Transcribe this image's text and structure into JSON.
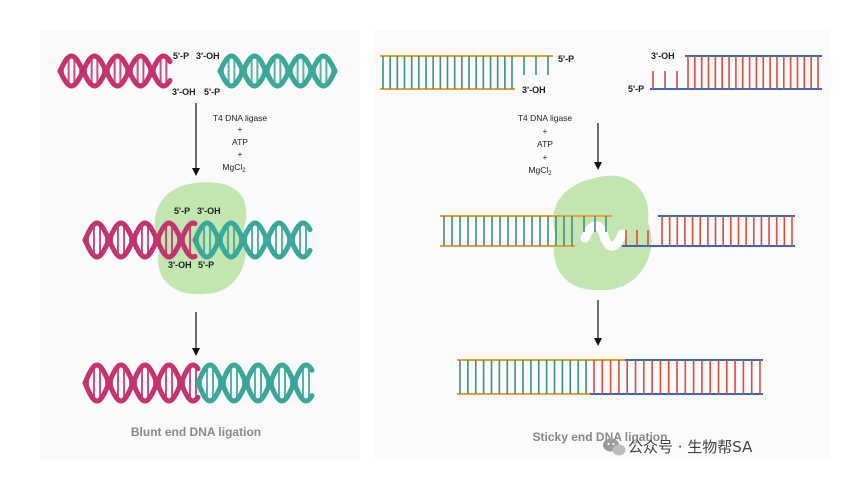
{
  "colors": {
    "magenta": "#c2336f",
    "teal": "#3aa79a",
    "orange": "#e5a03c",
    "blue": "#3d66b8",
    "red": "#dd4b3e",
    "green_rung": "#3f8f83",
    "ligase": "#b8e0a2",
    "caption": "#8a8a8a"
  },
  "blunt": {
    "labels": {
      "p_top": "5'-P",
      "oh_top": "3'-OH",
      "oh_bottom": "3'-OH",
      "p_bottom": "5'-P",
      "mid_p": "5'-P",
      "mid_oh": "3'-OH",
      "mid_oh_bottom": "3'-OH",
      "mid_p_bottom": "5'-P"
    },
    "reagents": {
      "enzyme": "T4 DNA ligase",
      "plus1": "+",
      "atp": "ATP",
      "plus2": "+",
      "mg": "MgCl",
      "mg_sub": "2"
    },
    "caption": "Blunt end DNA ligation"
  },
  "sticky": {
    "labels": {
      "p_left": "5'-P",
      "oh_left": "3'-OH",
      "oh_right": "3'-OH",
      "p_right": "5'-P"
    },
    "reagents": {
      "enzyme": "T4 DNA ligase",
      "plus1": "+",
      "atp": "ATP",
      "plus2": "+",
      "mg": "MgCl",
      "mg_sub": "2"
    },
    "caption": "Sticky end DNA ligation"
  },
  "watermark": {
    "text": "公众号 · 生物帮SA",
    "icon": "wechat-icon"
  }
}
